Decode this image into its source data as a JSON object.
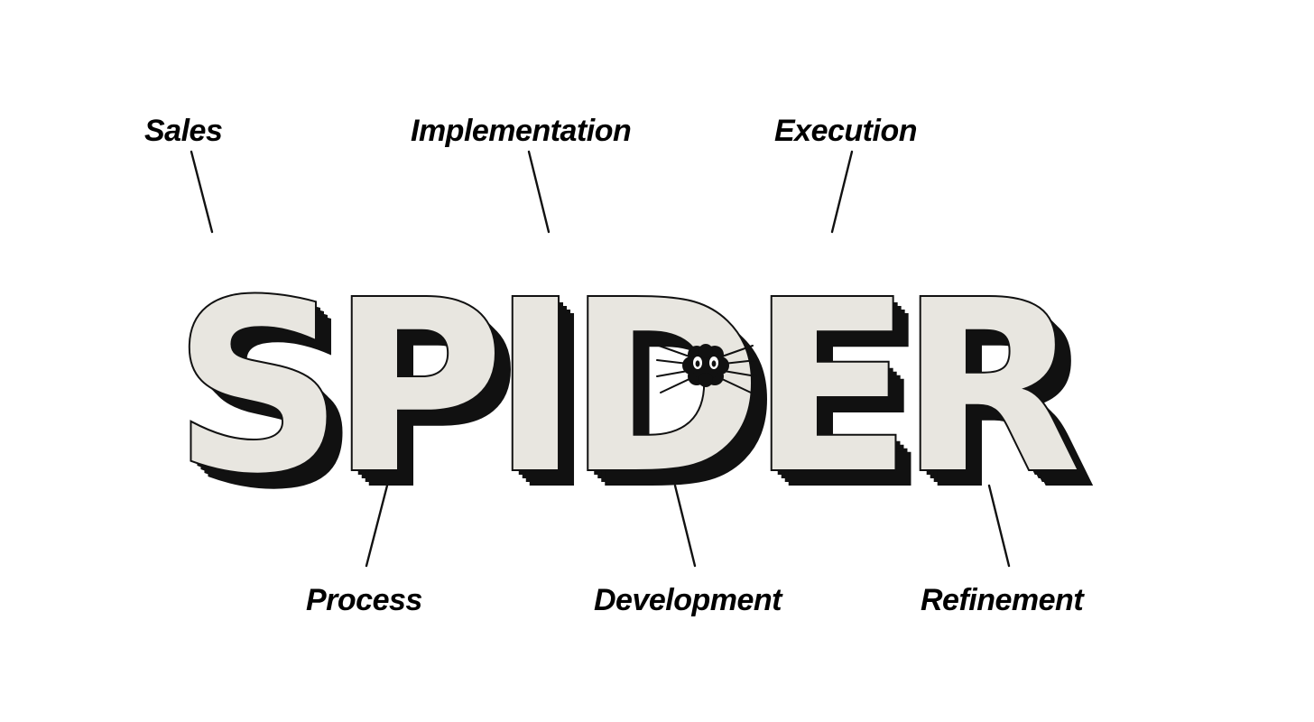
{
  "word": "SPIDER",
  "labels": {
    "top": [
      "Sales",
      "Implementation",
      "Execution"
    ],
    "bottom": [
      "Process",
      "Development",
      "Refinement"
    ]
  },
  "colors": {
    "background": "#ffffff",
    "letter_face": "#e8e6e0",
    "letter_outline": "#111111",
    "letter_shadow": "#111111",
    "text": "#000000"
  },
  "mascot": "spider-icon"
}
